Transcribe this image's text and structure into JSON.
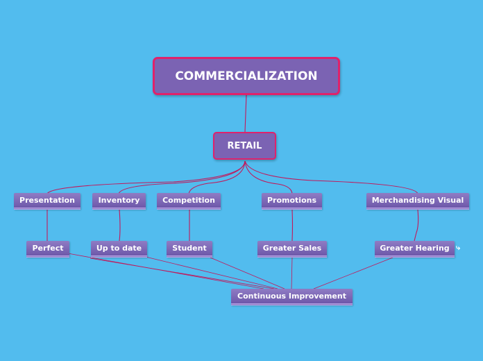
{
  "root": {
    "label": "COMMERCIALIZATION"
  },
  "main": {
    "label": "RETAIL"
  },
  "level1": [
    {
      "label": "Presentation"
    },
    {
      "label": "Inventory"
    },
    {
      "label": "Competition"
    },
    {
      "label": "Promotions"
    },
    {
      "label": "Merchandising Visual"
    }
  ],
  "level2": [
    {
      "label": "Perfect"
    },
    {
      "label": "Up to date"
    },
    {
      "label": "Student"
    },
    {
      "label": "Greater Sales"
    },
    {
      "label": "Greater Hearing"
    }
  ],
  "level3": {
    "label": "Continuous Improvement"
  },
  "colors": {
    "background": "#52bcee",
    "node": "#7b63b3",
    "border": "#e0226b",
    "connector": "#c2185b"
  },
  "icons": {
    "relationship": "relationship-link-icon"
  }
}
